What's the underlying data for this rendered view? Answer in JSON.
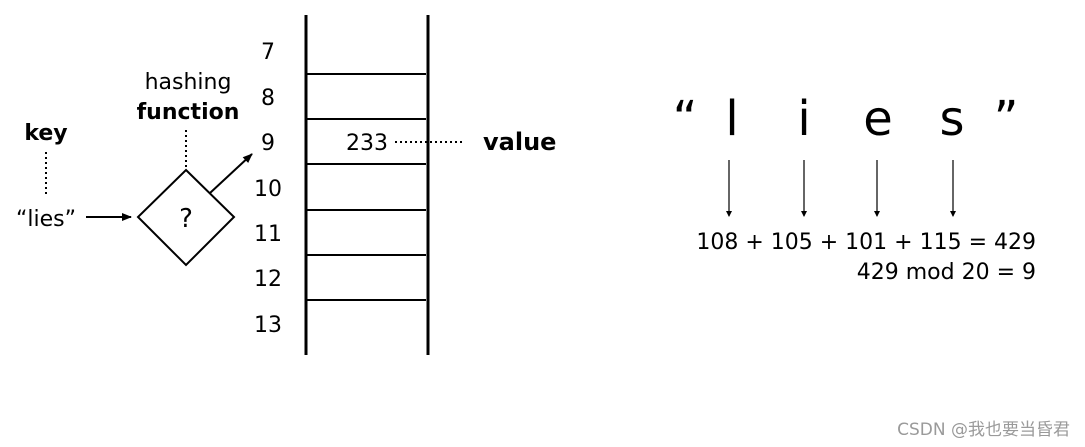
{
  "diagram": {
    "key_label": "key",
    "input_label": "“lies”",
    "hash_label_line1": "hashing",
    "hash_label_line2": "function",
    "function_symbol": "?",
    "slot_indices": [
      "7",
      "8",
      "9",
      "10",
      "11",
      "12",
      "13"
    ],
    "stored_value": "233",
    "value_label": "value"
  },
  "word": {
    "open_quote": "“",
    "letters": [
      "l",
      "i",
      "e",
      "s"
    ],
    "close_quote": "”"
  },
  "calculation": {
    "sum_line": "108 + 105 + 101 + 115 = 429",
    "mod_line": "429 mod 20 = 9"
  },
  "watermark": "CSDN @我也要当昏君"
}
